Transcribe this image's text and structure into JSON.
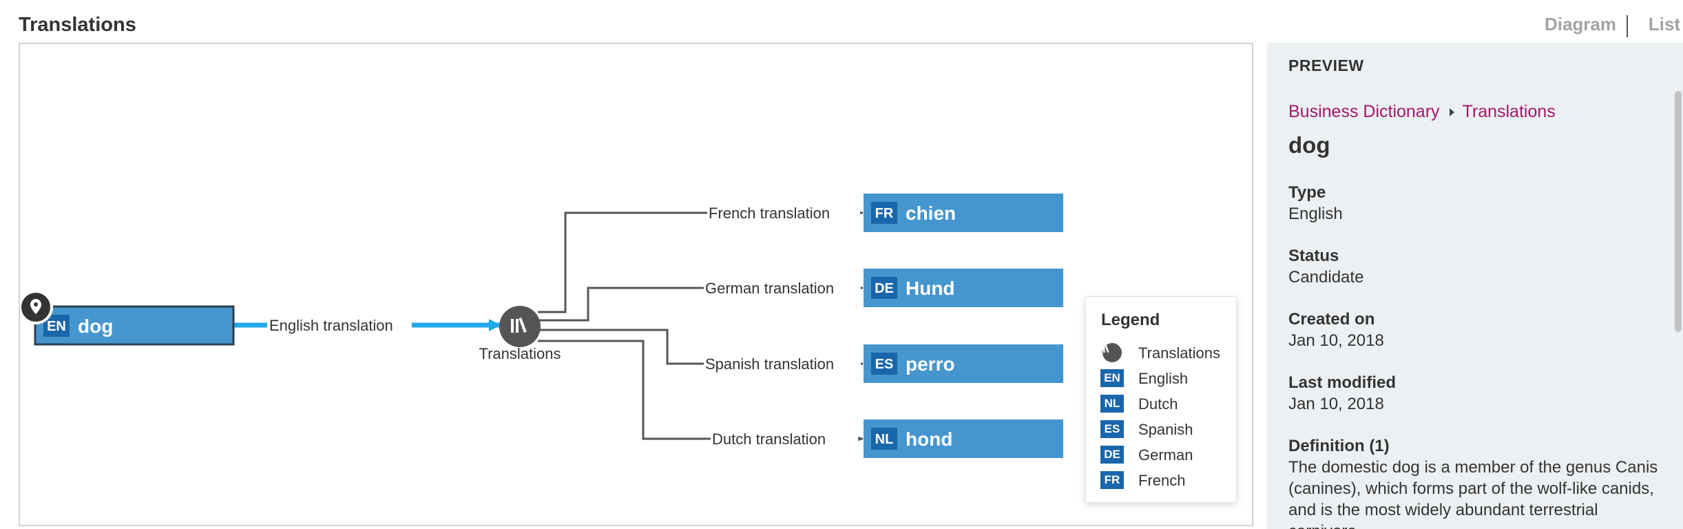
{
  "header": {
    "title": "Translations",
    "views": [
      {
        "label": "Diagram"
      },
      {
        "label": "List"
      }
    ]
  },
  "diagram": {
    "source": {
      "lang": "EN",
      "term": "dog"
    },
    "source_edge_label": "English translation",
    "hub_label": "Translations",
    "targets": [
      {
        "lang": "FR",
        "term": "chien",
        "edge_label": "French translation"
      },
      {
        "lang": "DE",
        "term": "Hund",
        "edge_label": "German translation"
      },
      {
        "lang": "ES",
        "term": "perro",
        "edge_label": "Spanish translation"
      },
      {
        "lang": "NL",
        "term": "hond",
        "edge_label": "Dutch translation"
      }
    ],
    "colors": {
      "node_fill": "#4596cf",
      "badge": "#1a66ac",
      "source_edge": "#1ea8ea",
      "edge": "#555555",
      "hub": "#555555"
    }
  },
  "legend": {
    "title": "Legend",
    "items": [
      {
        "badge": "",
        "label": "Translations",
        "icon": "translations-hub-icon"
      },
      {
        "badge": "EN",
        "label": "English"
      },
      {
        "badge": "NL",
        "label": "Dutch"
      },
      {
        "badge": "ES",
        "label": "Spanish"
      },
      {
        "badge": "DE",
        "label": "German"
      },
      {
        "badge": "FR",
        "label": "French"
      }
    ]
  },
  "preview": {
    "heading": "PREVIEW",
    "breadcrumb": [
      "Business Dictionary",
      "Translations"
    ],
    "title": "dog",
    "fields": {
      "type": {
        "label": "Type",
        "value": "English"
      },
      "status": {
        "label": "Status",
        "value": "Candidate"
      },
      "created": {
        "label": "Created on",
        "value": "Jan 10, 2018"
      },
      "modified": {
        "label": "Last modified",
        "value": "Jan 10, 2018"
      },
      "definition": {
        "label": "Definition (1)",
        "value": "The domestic dog is a member of the genus Canis (canines), which forms part of the wolf-like canids, and is the most widely abundant terrestrial carnivore."
      }
    }
  }
}
